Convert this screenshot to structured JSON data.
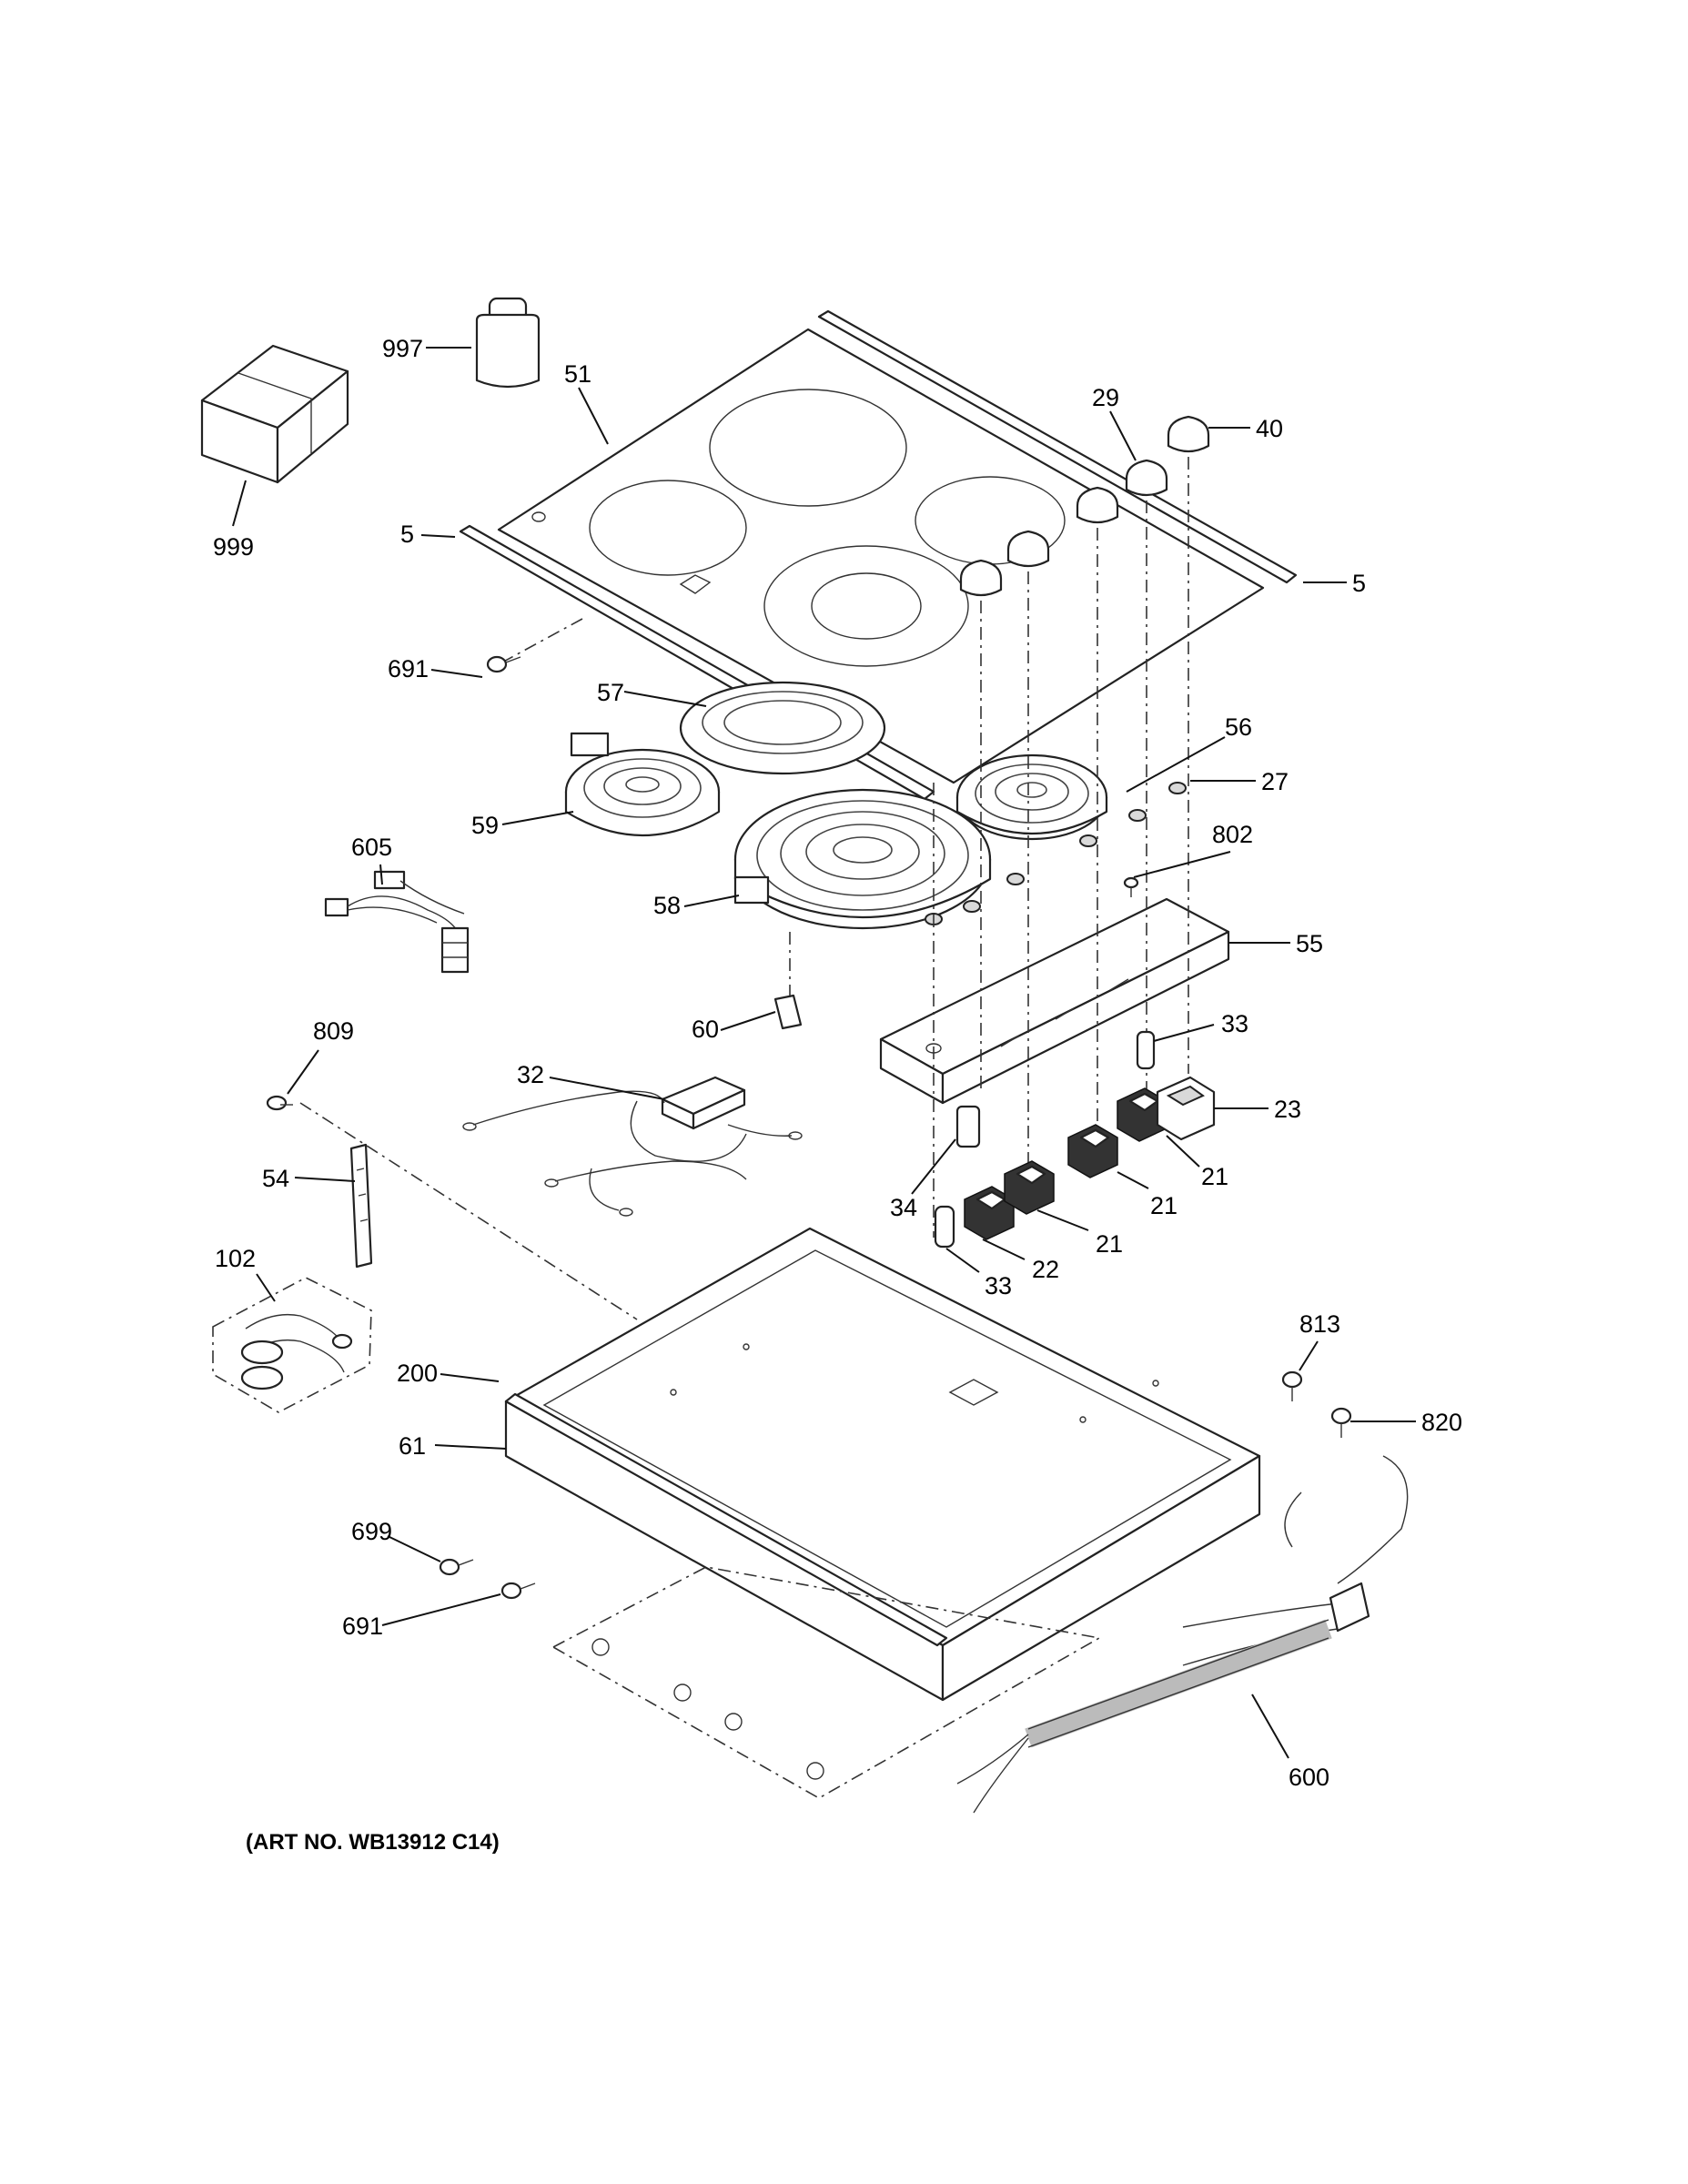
{
  "art_number": "(ART NO. WB13912 C14)",
  "callouts": {
    "c997": "997",
    "c999": "999",
    "c51": "51",
    "c5_left": "5",
    "c5_right": "5",
    "c29": "29",
    "c40": "40",
    "c691_top": "691",
    "c57": "57",
    "c56": "56",
    "c27": "27",
    "c59": "59",
    "c605": "605",
    "c802": "802",
    "c58": "58",
    "c55": "55",
    "c60": "60",
    "c33_upper": "33",
    "c809": "809",
    "c32": "32",
    "c23": "23",
    "c54": "54",
    "c34": "34",
    "c21_a": "21",
    "c21_b": "21",
    "c21_c": "21",
    "c22": "22",
    "c33_lower": "33",
    "c102": "102",
    "c813": "813",
    "c200": "200",
    "c820": "820",
    "c61": "61",
    "c699": "699",
    "c691_bottom": "691",
    "c600": "600"
  }
}
